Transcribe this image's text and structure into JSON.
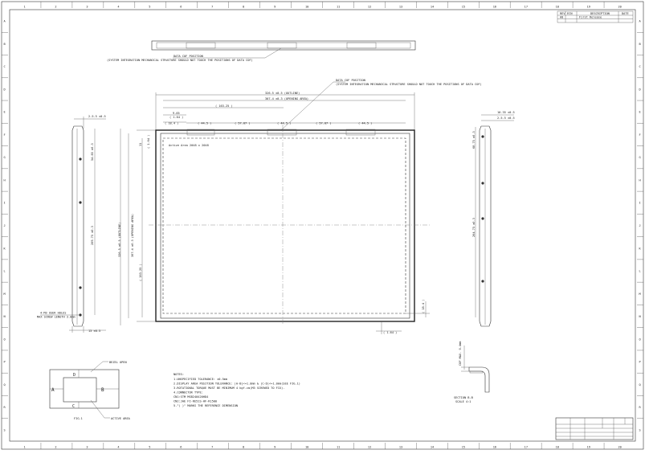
{
  "border": {
    "top_numbers": [
      "1",
      "2",
      "3",
      "4",
      "5",
      "6",
      "7",
      "8",
      "9",
      "10",
      "11",
      "12",
      "13",
      "14",
      "15",
      "16",
      "17",
      "18",
      "19",
      "20"
    ],
    "side_letters": [
      "A",
      "B",
      "C",
      "D",
      "E",
      "F",
      "G",
      "H",
      "I",
      "J",
      "K",
      "L",
      "M",
      "N",
      "O",
      "P",
      "Q",
      "R",
      "S"
    ]
  },
  "revision_block": {
    "headers": [
      "REV",
      "ECN",
      "DESCRIPTION",
      "DATE"
    ],
    "row": [
      "A0",
      "",
      "First Release",
      ""
    ]
  },
  "top_view": {
    "cof_label": "DATA COF POSITION",
    "cof_note": "(SYSTEM INTEGRATION MECHANICAL STRUCTURE SHOULD NOT TOUCH THE POSITIONS OF DATA COF)"
  },
  "front_view": {
    "cof_label": "DATA COF POSITION",
    "cof_note": "(SYSTEM INTEGRATION MECHANICAL STRUCTURE SHOULD NOT TOUCH THE POSITIONS OF DATA COF)",
    "dim_outline_w": "326.5 ±0.5 (OUTLINE)",
    "dim_opening_w": "307.4 ±0.3 (OPENING AREA)",
    "dim_half": "( 163.25 )",
    "dim_9": "9.65",
    "dim_left1": "( 18.4 )",
    "dim_left2": "( 1.64 )",
    "seg_dims": [
      "( 44.5 )",
      "( 57.07 )",
      "( 44.5 )",
      "( 57.07 )",
      "( 44.5 )"
    ],
    "dim_side_small": "( 1.64 )",
    "dim_side_11": "11",
    "active_area": "Active Area 2048 x 2048",
    "dim_outline_h": "326.5 ±0.5 (OUTLINE)",
    "dim_opening_h_top": "307.4 ±0.3 (OPENING AREA)",
    "dim_halfh": "( 163.25 )",
    "dim_bottom": "( 1.64 )",
    "dim_right": "( 18.4 )"
  },
  "left_side": {
    "dim_top": "2-5.5 ±0.5",
    "dim_1": "54.85 ±0.3",
    "dim_2": "209.75 ±0.3",
    "screw_note1": "4-M3 USER HOLES",
    "screw_note2": "MAX SCREW LENGTH 3.0mm",
    "dim_bottom": "13 ±0.5"
  },
  "right_side": {
    "dim_top1": "10.35 ±0.5",
    "dim_top2": "2-5.5 ±0.5",
    "dim_1": "68.75 ±0.3",
    "dim_2": "264.75 ±0.3"
  },
  "bezel_fig": {
    "bezel_label": "BEZEL OPEN",
    "active_label": "ACTIVE AREA",
    "fig_label": "FIG.1",
    "letters": [
      "A",
      "B",
      "C",
      "D"
    ]
  },
  "notes": {
    "title": "NOTES:",
    "lines": [
      "1.UNSPECIFIED TOLERANCE:      ±0.5mm",
      "2.DISPLAY AREA POSITION TOLERANCE: |A-B|<=1.0mm & |C-D|<=1.0mm(SEE FIG.1)",
      "3.ROTATIONAL TORQUE MUST BE MINIMUM 4 kgf-cm(M3 SCREWED TO FIX).",
      "4.CONNECTOR TYPE:",
      "   CN1:STM MSB240420HD4",
      "   CN2:JAE FI-RE51S-HF-R1500",
      "5.\"( )\" MARKS THE REFERENCE DIMENSION"
    ]
  },
  "section": {
    "label": "SECTION B-B",
    "scale": "SCALE 4:1",
    "dim": "COF MAX. 0.4mm"
  },
  "title_block": {
    "row1": [
      "",
      "",
      "",
      "",
      "",
      ""
    ],
    "row2": [
      "",
      "",
      "",
      ""
    ],
    "row3": [
      "",
      "",
      "",
      ""
    ]
  }
}
